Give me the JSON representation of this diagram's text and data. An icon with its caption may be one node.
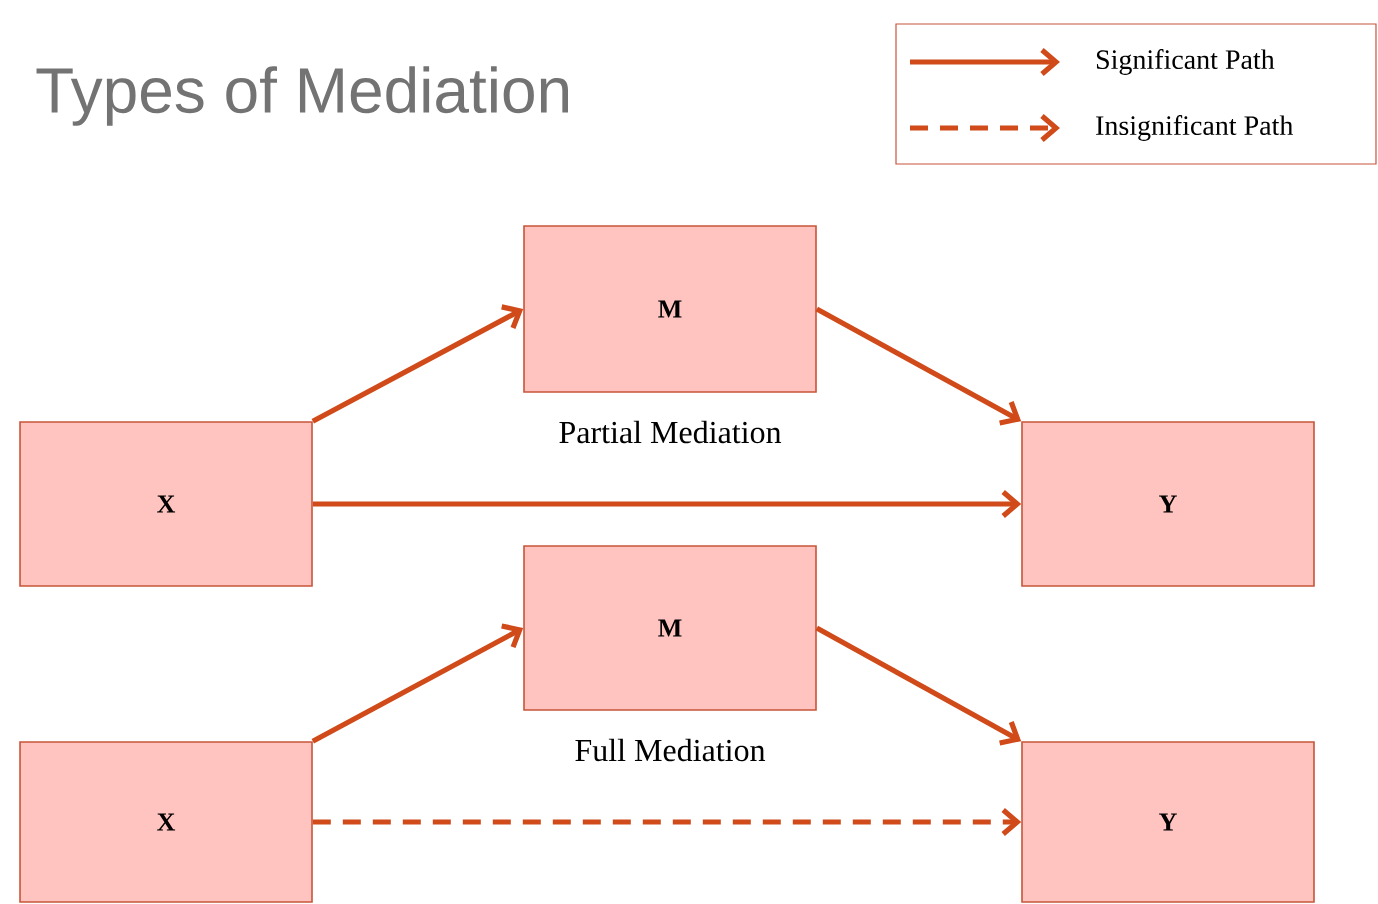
{
  "diagram": {
    "title": "Types of Mediation",
    "nodes": [
      {
        "text": [
          "X"
        ]
      },
      {
        "text": [
          "M"
        ],
        "beside": [
          "Partial Mediation"
        ]
      },
      {
        "text": [
          "Y"
        ]
      },
      {
        "text": [
          "X"
        ]
      },
      {
        "text": [
          "M"
        ],
        "beside": [
          "Full Mediation"
        ]
      },
      {
        "text": [
          "Y"
        ]
      }
    ],
    "edges": [
      {
        "from": 0,
        "to": 1,
        "arrow": "to"
      },
      {
        "from": 1,
        "to": 2,
        "arrow": "to"
      },
      {
        "from": 0,
        "to": 2,
        "arrow": "to"
      },
      {
        "from": 3,
        "to": 4,
        "arrow": "to"
      },
      {
        "from": 4,
        "to": 5,
        "arrow": "to"
      },
      {
        "from": 3,
        "to": 5,
        "arrow": "to",
        "style": "dashed"
      }
    ],
    "legend": [
      {
        "text": "Significant Path"
      },
      {
        "text": "Insignificant Path"
      }
    ]
  }
}
